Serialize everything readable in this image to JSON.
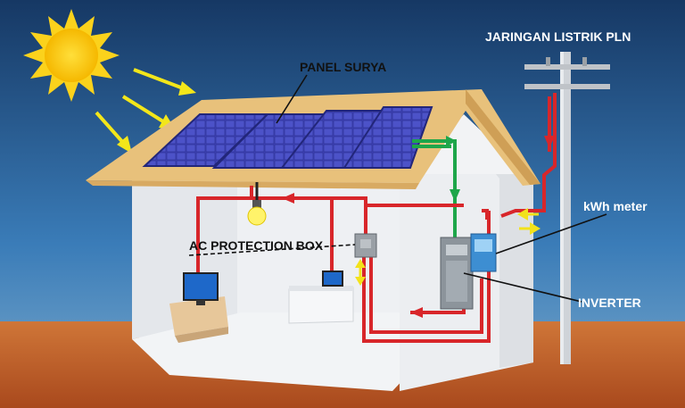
{
  "labels": {
    "panel": "PANEL SURYA",
    "grid": "JARINGAN LISTRIK PLN",
    "kwh": "kWh meter",
    "ac_box": "AC PROTECTION BOX",
    "inverter": "INVERTER"
  },
  "colors": {
    "sky_top": "#1b3f70",
    "sky_bottom": "#3f7fb8",
    "ground": "#c2622c",
    "roof": "#e9c27c",
    "panel": "#3a3fb0",
    "wall": "#e8ebef",
    "ac_wire": "#d8262a",
    "dc_wire": "#1ea64a",
    "arrow": "#f3e21a",
    "sun": "#f9c400"
  },
  "icons": [
    "sun-icon",
    "light-bulb-icon",
    "monitor-icon",
    "laptop-icon"
  ]
}
